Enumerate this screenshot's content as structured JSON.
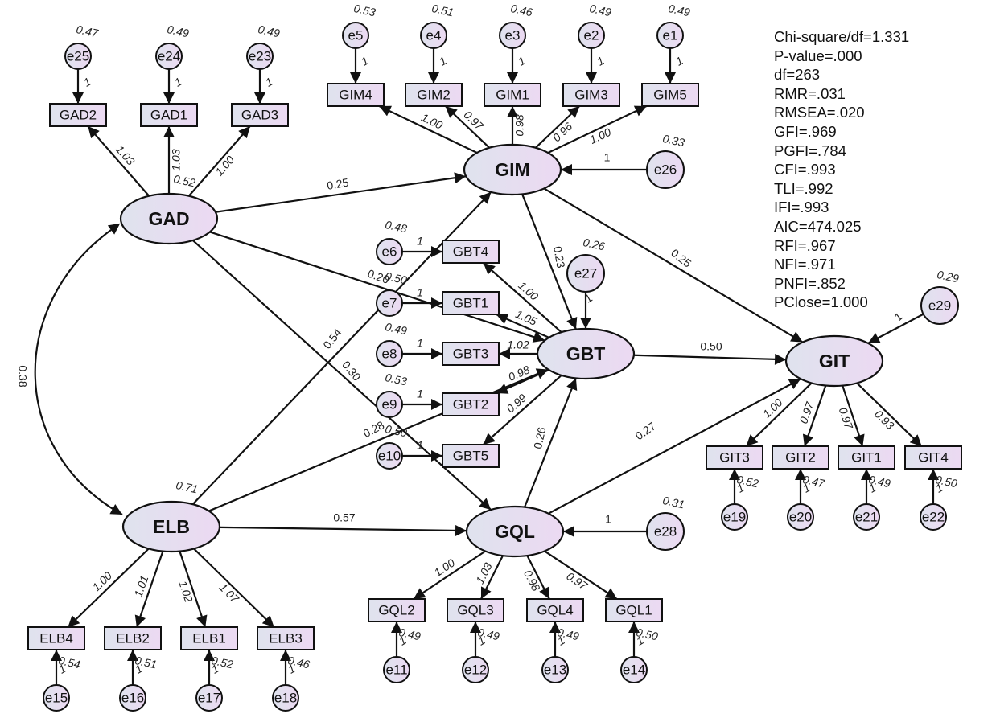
{
  "fit_indices": [
    "Chi-square/df=1.331",
    "P-value=.000",
    "df=263",
    "RMR=.031",
    "RMSEA=.020",
    "GFI=.969",
    "PGFI=.784",
    "CFI=.993",
    "TLI=.992",
    "IFI=.993",
    "AIC=474.025",
    "RFI=.967",
    "NFI=.971",
    "PNFI=.852",
    "PClose=1.000"
  ],
  "colors": {
    "fill_left": "#dfe3ee",
    "fill_right": "#ecd9f2",
    "stroke": "#111111"
  },
  "latents": [
    {
      "id": "GAD",
      "label": "GAD",
      "variance": "0.52"
    },
    {
      "id": "ELB",
      "label": "ELB",
      "variance": "0.71"
    },
    {
      "id": "GIM",
      "label": "GIM"
    },
    {
      "id": "GBT",
      "label": "GBT"
    },
    {
      "id": "GQL",
      "label": "GQL"
    },
    {
      "id": "GIT",
      "label": "GIT"
    }
  ],
  "indicators": [
    {
      "id": "GAD2",
      "label": "GAD2",
      "latent": "GAD",
      "loading": "1.03",
      "error": "e25",
      "error_var": "0.47"
    },
    {
      "id": "GAD1",
      "label": "GAD1",
      "latent": "GAD",
      "loading": "1.03",
      "error": "e24",
      "error_var": "0.49"
    },
    {
      "id": "GAD3",
      "label": "GAD3",
      "latent": "GAD",
      "loading": "1.00",
      "error": "e23",
      "error_var": "0.49"
    },
    {
      "id": "GIM4",
      "label": "GIM4",
      "latent": "GIM",
      "loading": "1.00",
      "error": "e5",
      "error_var": "0.53"
    },
    {
      "id": "GIM2",
      "label": "GIM2",
      "latent": "GIM",
      "loading": "0.97",
      "error": "e4",
      "error_var": "0.51"
    },
    {
      "id": "GIM1",
      "label": "GIM1",
      "latent": "GIM",
      "loading": "0.98",
      "error": "e3",
      "error_var": "0.46"
    },
    {
      "id": "GIM3",
      "label": "GIM3",
      "latent": "GIM",
      "loading": "0.96",
      "error": "e2",
      "error_var": "0.49"
    },
    {
      "id": "GIM5",
      "label": "GIM5",
      "latent": "GIM",
      "loading": "1.00",
      "error": "e1",
      "error_var": "0.49"
    },
    {
      "id": "GBT4",
      "label": "GBT4",
      "latent": "GBT",
      "loading": "1.00",
      "error": "e6",
      "error_var": "0.48"
    },
    {
      "id": "GBT1",
      "label": "GBT1",
      "latent": "GBT",
      "loading": "1.05",
      "error": "e7",
      "error_var": "0.50"
    },
    {
      "id": "GBT3",
      "label": "GBT3",
      "latent": "GBT",
      "loading": "1.02",
      "error": "e8",
      "error_var": "0.49"
    },
    {
      "id": "GBT2",
      "label": "GBT2",
      "latent": "GBT",
      "loading": "0.98",
      "error": "e9",
      "error_var": "0.53"
    },
    {
      "id": "GBT5",
      "label": "GBT5",
      "latent": "GBT",
      "loading": "0.99",
      "error": "e10",
      "error_var": "0.50"
    },
    {
      "id": "ELB4",
      "label": "ELB4",
      "latent": "ELB",
      "loading": "1.00",
      "error": "e15",
      "error_var": "0.54"
    },
    {
      "id": "ELB2",
      "label": "ELB2",
      "latent": "ELB",
      "loading": "1.01",
      "error": "e16",
      "error_var": "0.51"
    },
    {
      "id": "ELB1",
      "label": "ELB1",
      "latent": "ELB",
      "loading": "1.02",
      "error": "e17",
      "error_var": "0.52"
    },
    {
      "id": "ELB3",
      "label": "ELB3",
      "latent": "ELB",
      "loading": "1.07",
      "error": "e18",
      "error_var": "0.46"
    },
    {
      "id": "GQL2",
      "label": "GQL2",
      "latent": "GQL",
      "loading": "1.00",
      "error": "e11",
      "error_var": "0.49"
    },
    {
      "id": "GQL3",
      "label": "GQL3",
      "latent": "GQL",
      "loading": "1.03",
      "error": "e12",
      "error_var": "0.49"
    },
    {
      "id": "GQL4",
      "label": "GQL4",
      "latent": "GQL",
      "loading": "0.98",
      "error": "e13",
      "error_var": "0.49"
    },
    {
      "id": "GQL1",
      "label": "GQL1",
      "latent": "GQL",
      "loading": "0.97",
      "error": "e14",
      "error_var": "0.50"
    },
    {
      "id": "GIT3",
      "label": "GIT3",
      "latent": "GIT",
      "loading": "1.00",
      "error": "e19",
      "error_var": "0.52"
    },
    {
      "id": "GIT2",
      "label": "GIT2",
      "latent": "GIT",
      "loading": "0.97",
      "error": "e20",
      "error_var": "0.47"
    },
    {
      "id": "GIT1",
      "label": "GIT1",
      "latent": "GIT",
      "loading": "0.97",
      "error": "e21",
      "error_var": "0.49"
    },
    {
      "id": "GIT4",
      "label": "GIT4",
      "latent": "GIT",
      "loading": "0.93",
      "error": "e22",
      "error_var": "0.50"
    }
  ],
  "disturbances": [
    {
      "id": "e26",
      "target": "GIM",
      "variance": "0.33",
      "weight": "1"
    },
    {
      "id": "e27",
      "target": "GBT",
      "variance": "0.26",
      "weight": "1"
    },
    {
      "id": "e28",
      "target": "GQL",
      "variance": "0.31",
      "weight": "1"
    },
    {
      "id": "e29",
      "target": "GIT",
      "variance": "0.29",
      "weight": "1"
    }
  ],
  "fixed_weight": "1",
  "paths": [
    {
      "from": "GAD",
      "to": "GIM",
      "coef": "0.25"
    },
    {
      "from": "GAD",
      "to": "GBT",
      "coef": "0.20"
    },
    {
      "from": "GAD",
      "to": "GQL",
      "coef": "0.30"
    },
    {
      "from": "ELB",
      "to": "GIM",
      "coef": "0.54"
    },
    {
      "from": "ELB",
      "to": "GBT",
      "coef": "0.28"
    },
    {
      "from": "ELB",
      "to": "GQL",
      "coef": "0.57"
    },
    {
      "from": "GIM",
      "to": "GBT",
      "coef": "0.23"
    },
    {
      "from": "GIM",
      "to": "GIT",
      "coef": "0.25"
    },
    {
      "from": "GQL",
      "to": "GBT",
      "coef": "0.26"
    },
    {
      "from": "GBT",
      "to": "GIT",
      "coef": "0.50"
    },
    {
      "from": "GQL",
      "to": "GIT",
      "coef": "0.27"
    }
  ],
  "covariances": [
    {
      "a": "GAD",
      "b": "ELB",
      "coef": "0.38"
    }
  ]
}
